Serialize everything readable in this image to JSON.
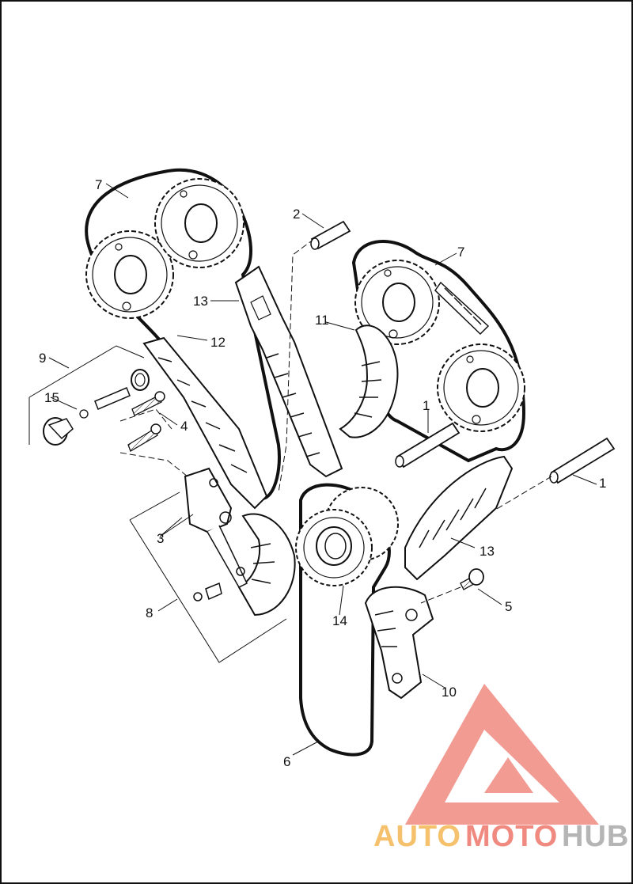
{
  "callouts": {
    "c7_left": "7",
    "c2": "2",
    "c7_right": "7",
    "c13_top": "13",
    "c11": "11",
    "c12": "12",
    "c9": "9",
    "c15": "15",
    "c4": "4",
    "c1_mid": "1",
    "c1_right": "1",
    "c3": "3",
    "c13_bottom": "13",
    "c8": "8",
    "c14": "14",
    "c5": "5",
    "c10": "10",
    "c6": "6"
  },
  "watermark": {
    "text_auto": "AUTO",
    "text_moto": "MOTO",
    "text_hub": "HUB",
    "color_auto": "#f5c16c",
    "color_moto": "#f08a80",
    "color_hub": "#b5b5b5",
    "logo_color": "#f08a80"
  },
  "colors": {
    "line": "#111111",
    "background": "#ffffff"
  }
}
